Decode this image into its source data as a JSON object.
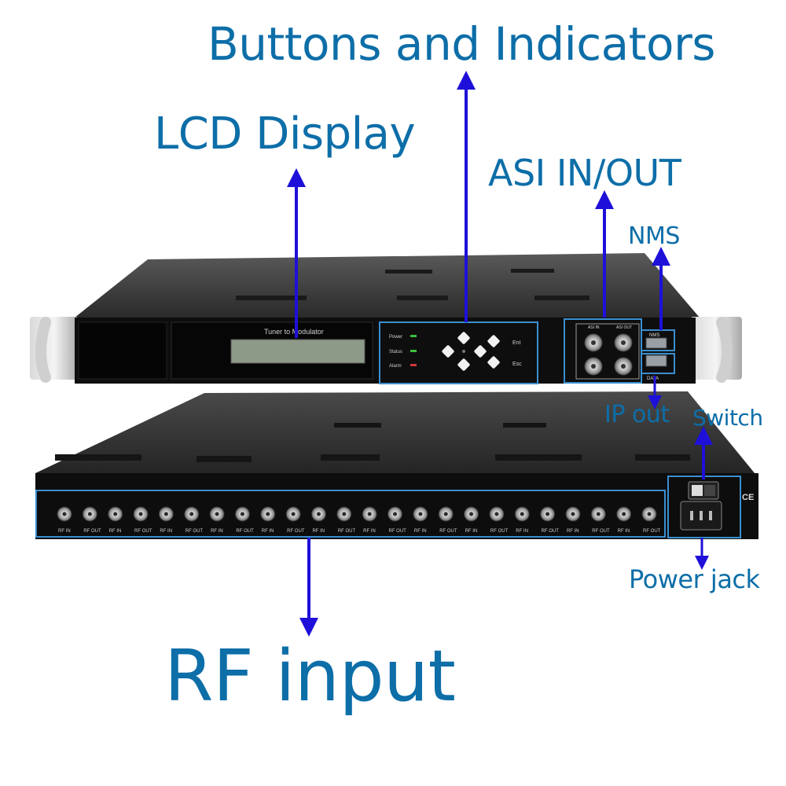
{
  "callouts": {
    "buttons": "Buttons and Indicators",
    "lcd": "LCD Display",
    "asi": "ASI IN/OUT",
    "nms": "NMS",
    "ip_out": "IP out",
    "switch": "Switch",
    "power_jack": "Power jack",
    "rf_input": "RF input"
  },
  "front_panel": {
    "lcd_text": "Tuner to Modulator",
    "indicators": [
      "Power",
      "Status",
      "Alarm"
    ],
    "buttons": {
      "enter": "Ent",
      "escape": "Esc"
    },
    "asi_labels": [
      "ASI IN",
      "ASI OUT"
    ],
    "port_labels": {
      "nms": "NMS",
      "data": "DATA"
    }
  },
  "rear_panel": {
    "rf_labels": [
      "RF IN",
      "RF OUT"
    ],
    "cert_mark": "CE"
  },
  "colors": {
    "callout_text": "#0d6ea8",
    "arrow": "#1e10d8",
    "highlight_box": "#3a8fd0",
    "chassis": "#1c1c1c",
    "led_power": "#3fbf3f",
    "led_status": "#3fbf3f",
    "led_alarm": "#d03a3a"
  }
}
